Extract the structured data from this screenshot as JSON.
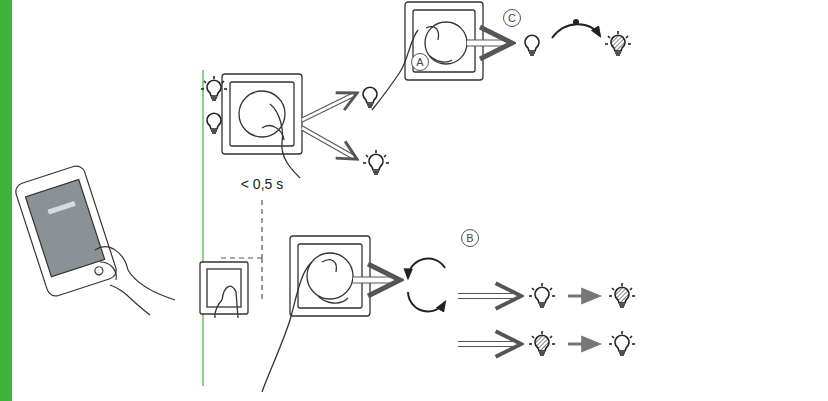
{
  "diagram": {
    "nodes": [
      {
        "text": [
          "C"
        ]
      },
      {
        "text": [
          "A"
        ]
      },
      {
        "text": [
          "B"
        ]
      }
    ],
    "labels": [
      "< 0,5 s"
    ]
  }
}
